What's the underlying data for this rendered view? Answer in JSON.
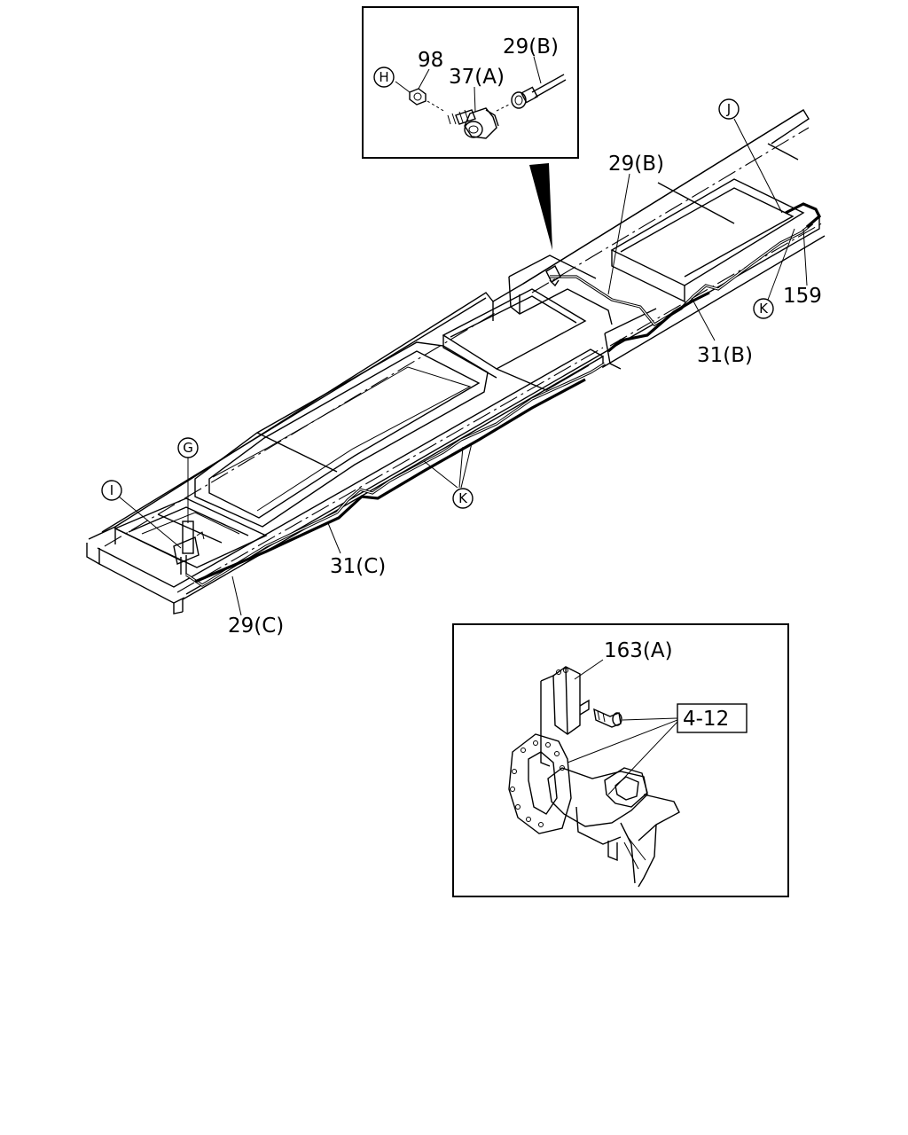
{
  "labels": {
    "inset_98": "98",
    "inset_37a": "37(A)",
    "inset_29b": "29(B)",
    "main_29b": "29(B)",
    "main_31b": "31(B)",
    "main_159": "159",
    "main_31c": "31(C)",
    "main_29c": "29(C)",
    "inset2_163a": "163(A)",
    "inset2_ref": "4-12"
  },
  "callouts": {
    "H": "H",
    "J": "J",
    "G": "G",
    "I": "I",
    "K_right": "K",
    "K_mid": "K"
  }
}
